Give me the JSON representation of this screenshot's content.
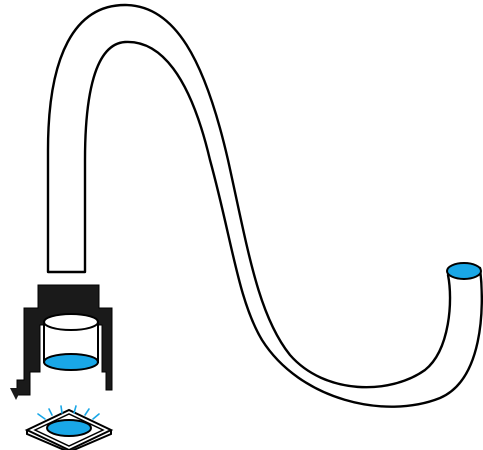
{
  "diagram": {
    "type": "illustration",
    "elements": [
      "curved-tube",
      "tube-end-opening",
      "clamp-holder",
      "tube-inlet-opening",
      "base-plate",
      "base-opening",
      "light-rays"
    ],
    "colors": {
      "stroke": "#000000",
      "fill": "#ffffff",
      "opening": "#19a7e7",
      "clamp": "#1a1a1a",
      "rays": "#19a7e7"
    }
  }
}
